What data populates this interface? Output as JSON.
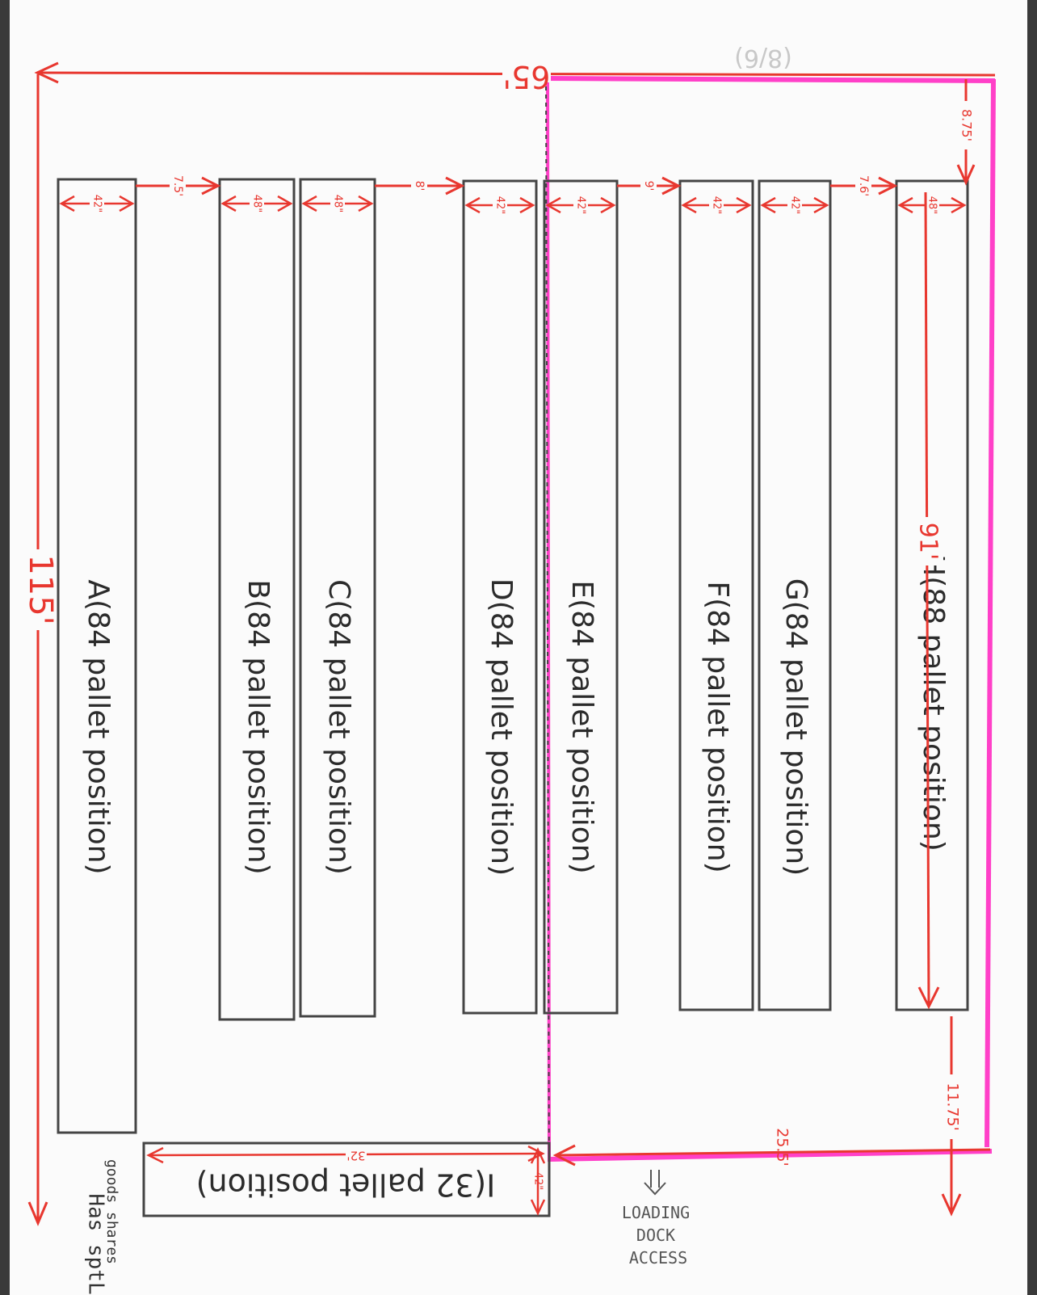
{
  "colors": {
    "dimension": "#e8372f",
    "highlight": "#ff40c8",
    "rack_stroke": "#444444",
    "text": "#2b2b2b",
    "paper": "#fbfbfb"
  },
  "overall": {
    "width": "65'",
    "length": "115'"
  },
  "racks": [
    {
      "label": "A(84 pallet position)",
      "width": "42\""
    },
    {
      "label": "B(84 pallet position)",
      "width": "48\""
    },
    {
      "label": "C(84 pallet position)",
      "width": "48\""
    },
    {
      "label": "D(84 pallet position)",
      "width": "42\""
    },
    {
      "label": "E(84 pallet position)",
      "width": "42\""
    },
    {
      "label": "F(84 pallet position)",
      "width": "42\""
    },
    {
      "label": "G(84 pallet position)",
      "width": "42\""
    },
    {
      "label": "H(88 pallet position)",
      "width": "48\"",
      "length": "91'"
    },
    {
      "label": "I(32 pallet position)",
      "width": "42\"",
      "length": "32'"
    }
  ],
  "aisles": [
    "7.5'",
    "8'",
    "9'",
    "7.6'"
  ],
  "other_dims": {
    "top_offset": "8.75'",
    "end_gap": "11.75'",
    "dock_width": "25.5'"
  },
  "notes": {
    "loading_dock": [
      "LOADING",
      "DOCK",
      "ACCESS"
    ],
    "handwritten": [
      "Has sptL",
      "goods shares"
    ],
    "top_scribble": "(8/6)"
  }
}
